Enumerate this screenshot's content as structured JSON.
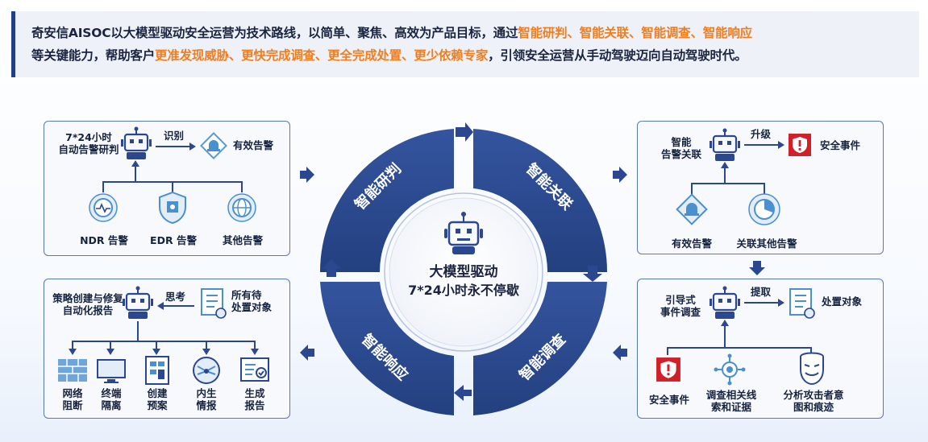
{
  "header": {
    "p1": "奇安信AISOC以大模型驱动安全运营为技术路线，以简单、聚焦、高效为产品目标，通过",
    "hl1": "智能研判、智能关联、智能调查、智能响应",
    "p2": "等关键能力，帮助客户",
    "hl2": "更准发现威胁、更快完成调查、更全完成处置、更少依赖专家",
    "p3": "，引领安全运营从手动驾驶迈向自动驾驶时代。"
  },
  "center": {
    "line1": "大模型驱动",
    "line2": "7*24小时永不停歇",
    "q_topleft": "智能研判",
    "q_topright": "智能关联",
    "q_bottomright": "智能调查",
    "q_bottomleft": "智能响应"
  },
  "panel_tl": {
    "robot_label": "7*24小时\n自动告警研判",
    "arrow_label": "识别",
    "result": "有效告警",
    "sources": [
      "NDR 告警",
      "EDR 告警",
      "其他告警"
    ]
  },
  "panel_tr": {
    "robot_label": "智能\n告警关联",
    "arrow_label": "升级",
    "result": "安全事件",
    "sources": [
      "有效告警",
      "关联其他告警"
    ]
  },
  "panel_br": {
    "robot_label": "引导式\n事件调查",
    "arrow_label": "提取",
    "result": "处置对象",
    "sources": [
      "安全事件",
      "调查相关线\n索和证据",
      "分析攻击者意\n图和痕迹"
    ]
  },
  "panel_bl": {
    "robot_label": "策略创建与修复\n自动化报告",
    "arrow_label": "思考",
    "result": "所有待\n处置对象",
    "actions": [
      "网络\n阻断",
      "终端\n隔离",
      "创建\n预案",
      "内生\n情报",
      "生成\n报告"
    ]
  },
  "colors": {
    "navy": "#2b478f",
    "accent": "#f07d1e",
    "alert_red": "#d0212a"
  }
}
